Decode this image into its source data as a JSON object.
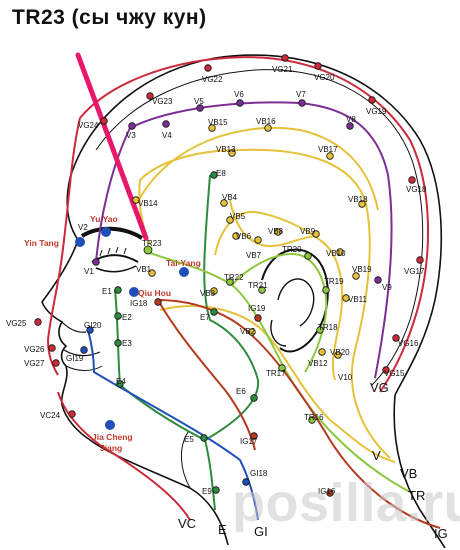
{
  "title": "TR23 (сы чжу кун)",
  "watermark": "posilla.ru",
  "colors": {
    "vg": "#cc2a3a",
    "vb": "#e5c23a",
    "v": "#7b2f95",
    "e": "#2e8b3e",
    "tr": "#8dc63f",
    "ig": "#b5391f",
    "gi": "#1f4fb8",
    "vc": "#cc2a3a",
    "highlight": "#e8176b",
    "point_label": "#c0392b"
  },
  "channels": {
    "VG": "VG",
    "VB": "VB",
    "V": "V",
    "TR": "TR",
    "IG": "IG",
    "GI": "GI",
    "E": "E",
    "VC": "VC"
  },
  "points": {
    "VG24": "VG24",
    "VG23": "VG23",
    "VG22": "VG22",
    "VG21": "VG21",
    "VG20": "VG20",
    "VG19": "VG19",
    "VG18": "VG18",
    "VG17": "VG17",
    "VG16": "VG16",
    "VG15": "VG15",
    "VG25": "VG25",
    "VG26": "VG26",
    "VG27": "VG27",
    "VC24": "VC24",
    "V1": "V1",
    "V2": "V2",
    "V3": "V3",
    "V4": "V4",
    "V5": "V5",
    "V6": "V6",
    "V7": "V7",
    "V8": "V8",
    "V9": "V9",
    "V10": "V10",
    "VB1": "VB1",
    "VB2": "VB2",
    "VB3": "VB3",
    "VB4": "VB4",
    "VB5": "VB5",
    "VB6": "VB6",
    "VB7": "VB7",
    "VB8": "VB8",
    "VB9": "VB9",
    "VB10": "VB10",
    "VB11": "VB11",
    "VB12": "VB12",
    "VB13": "VB13",
    "VB14": "VB14",
    "VB15": "VB15",
    "VB16": "VB16",
    "VB17": "VB17",
    "VB18": "VB18",
    "VB19": "VB19",
    "VB20": "VB20",
    "E1": "E1",
    "E2": "E2",
    "E3": "E3",
    "E4": "E4",
    "E5": "E5",
    "E6": "E6",
    "E7": "E7",
    "E8": "E8",
    "E9": "E9",
    "TR16": "TR16",
    "TR17": "TR17",
    "TR18": "TR18",
    "TR19": "TR19",
    "TR20": "TR20",
    "TR21": "TR21",
    "TR22": "TR22",
    "TR23": "TR23",
    "IG17": "IG17",
    "IG18": "IG18",
    "IG19": "IG19",
    "IG16": "IG16",
    "GI18": "GI18",
    "GI19": "GI19",
    "GI20": "GI20"
  },
  "extra_points": {
    "yu_yao": "Yu Yao",
    "yin_tang": "Yin Tang",
    "tai_yang": "Tai-Yang",
    "qiu_hou": "Qiu Hou",
    "jia_cheng_jiang_1": "Jia Cheng",
    "jia_cheng_jiang_2": "Jiang"
  }
}
